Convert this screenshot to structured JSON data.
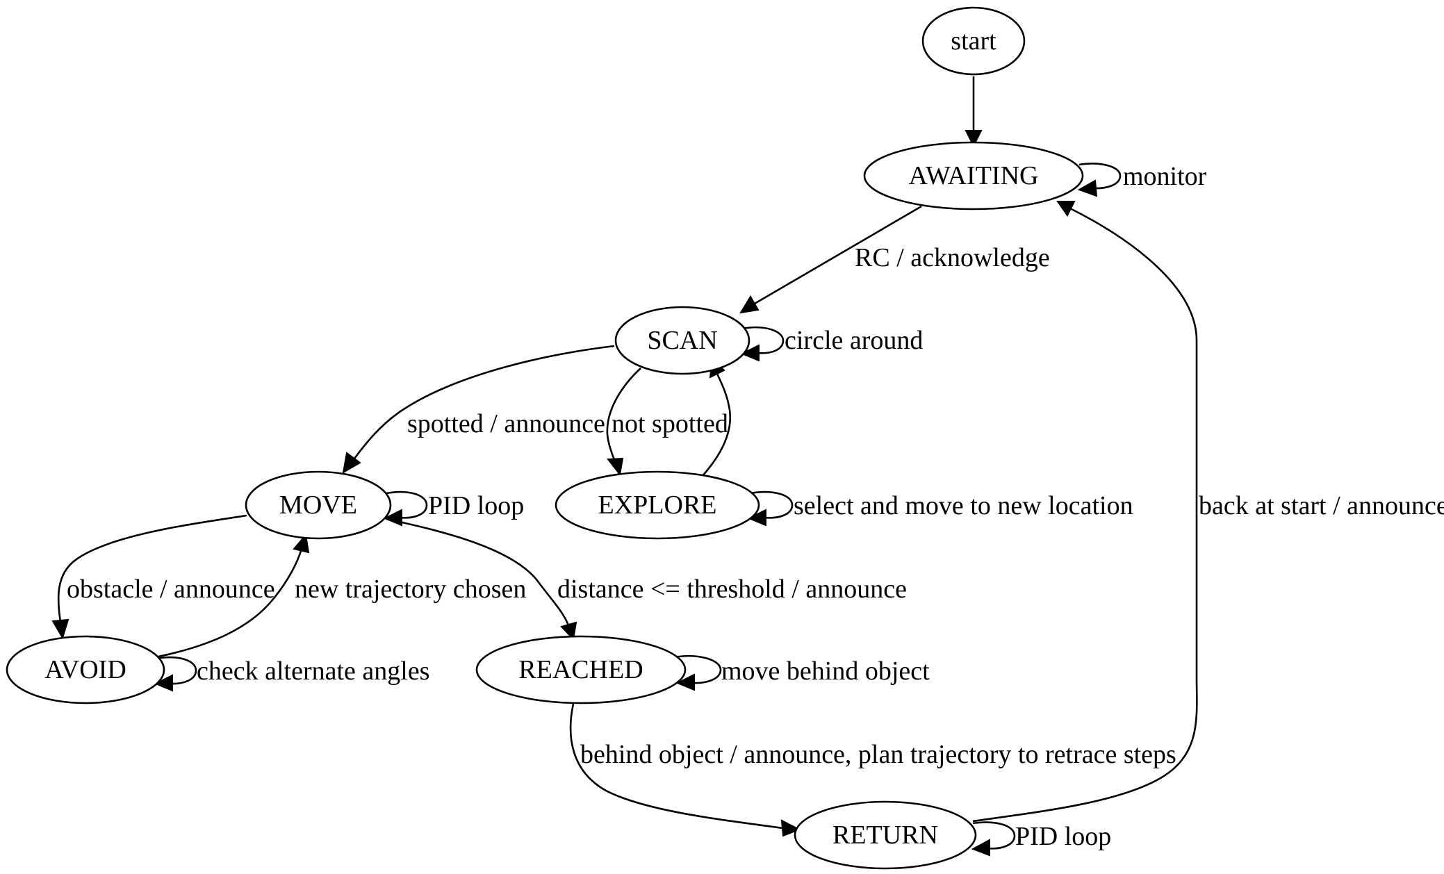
{
  "nodes": {
    "start": "start",
    "awaiting": "AWAITING",
    "scan": "SCAN",
    "move": "MOVE",
    "explore": "EXPLORE",
    "avoid": "AVOID",
    "reached": "REACHED",
    "return": "RETURN"
  },
  "edges": {
    "awaiting_monitor": "monitor",
    "awaiting_to_scan": "RC / acknowledge",
    "scan_circle": "circle around",
    "scan_to_move": "spotted / announce",
    "scan_to_explore": "not spotted",
    "move_pid": "PID loop",
    "explore_select": "select and move to new location",
    "return_to_awaiting": "back at start / announce",
    "move_to_avoid": "obstacle / announce",
    "avoid_to_move": "new trajectory chosen",
    "move_to_reached": "distance <= threshold / announce",
    "avoid_check": "check alternate angles",
    "reached_move_behind": "move behind object",
    "reached_to_return": "behind object / announce, plan trajectory to retrace steps",
    "return_pid": "PID loop"
  },
  "colors": {
    "stroke": "#000000",
    "fill": "#ffffff",
    "background": "#ffffff"
  }
}
